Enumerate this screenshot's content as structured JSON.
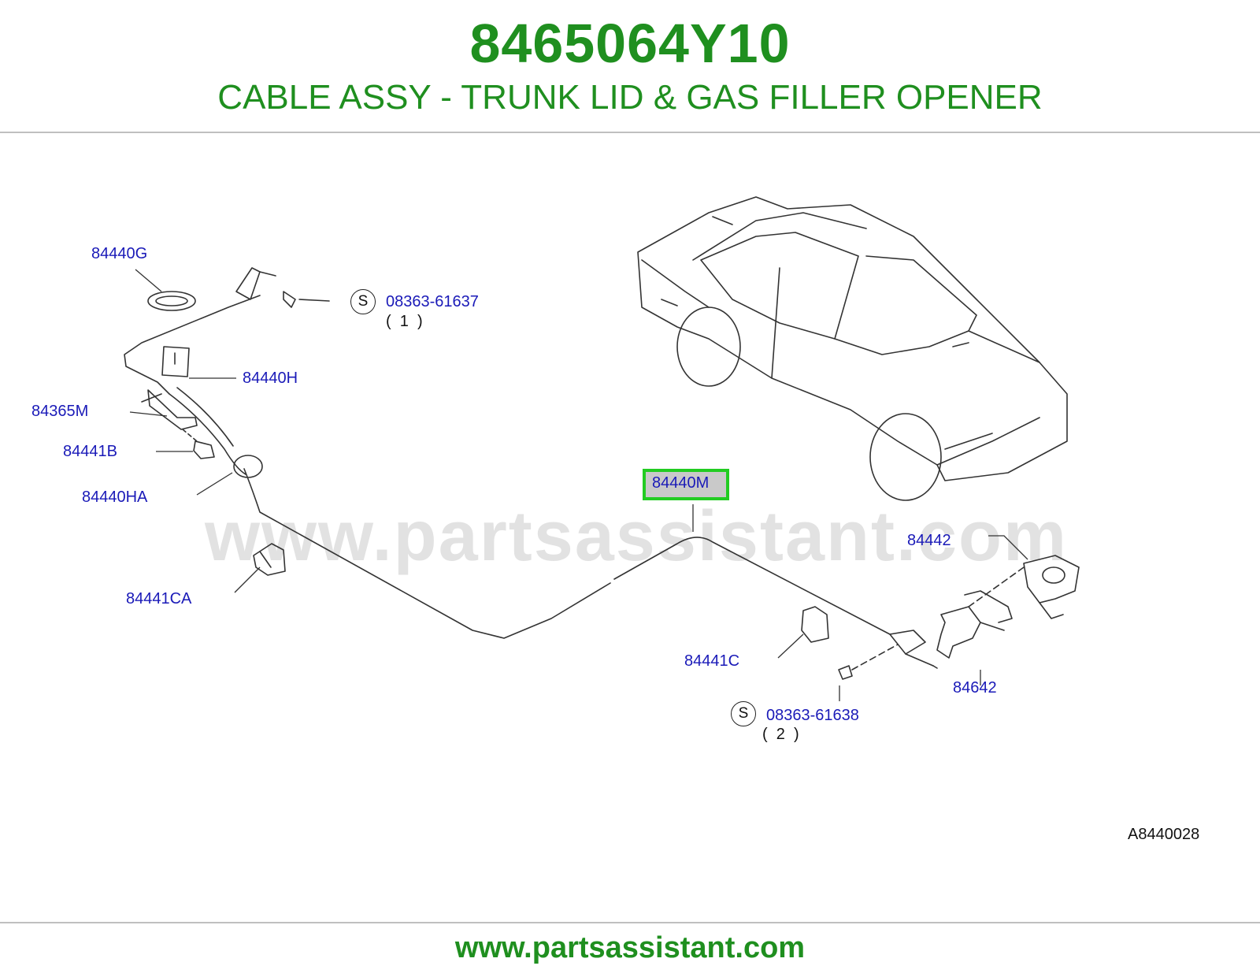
{
  "header": {
    "part_number": "8465064Y10",
    "description": "CABLE ASSY - TRUNK LID & GAS FILLER OPENER"
  },
  "diagram": {
    "watermark": "www.partsassistant.com",
    "reference_code": "A8440028",
    "highlighted_part": "84440M",
    "labels": {
      "p84440G": "84440G",
      "p84440H": "84440H",
      "p84365M": "84365M",
      "p84441B": "84441B",
      "p84440HA": "84440HA",
      "p84441CA": "84441CA",
      "p84440M": "84440M",
      "p84442": "84442",
      "p84441C": "84441C",
      "p84642": "84642",
      "screw1": "08363-61637",
      "screw2": "08363-61638"
    },
    "quantities": {
      "screw1": "(  1  )",
      "screw2": "(  2  )"
    },
    "standard_symbol": "S"
  },
  "footer": {
    "url": "www.partsassistant.com"
  },
  "colors": {
    "brand_green": "#1f8f1f",
    "label_blue": "#1a1ab8",
    "highlight_green": "#22cc22"
  }
}
